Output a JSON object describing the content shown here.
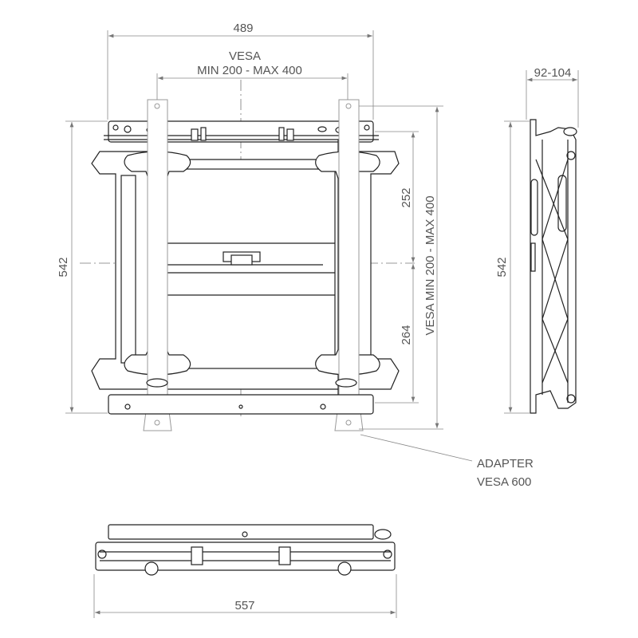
{
  "dimensions": {
    "width_overall": "489",
    "vesa_label": "VESA",
    "vesa_range_horizontal": "MIN 200 - MAX 400",
    "depth_range": "92-104",
    "height_left": "542",
    "upper_vertical": "252",
    "lower_vertical": "264",
    "vesa_range_vertical": "VESA MIN 200 - MAX 400",
    "height_side": "542",
    "bottom_width": "557"
  },
  "callout": {
    "line1": "ADAPTER",
    "line2": "VESA 600"
  }
}
